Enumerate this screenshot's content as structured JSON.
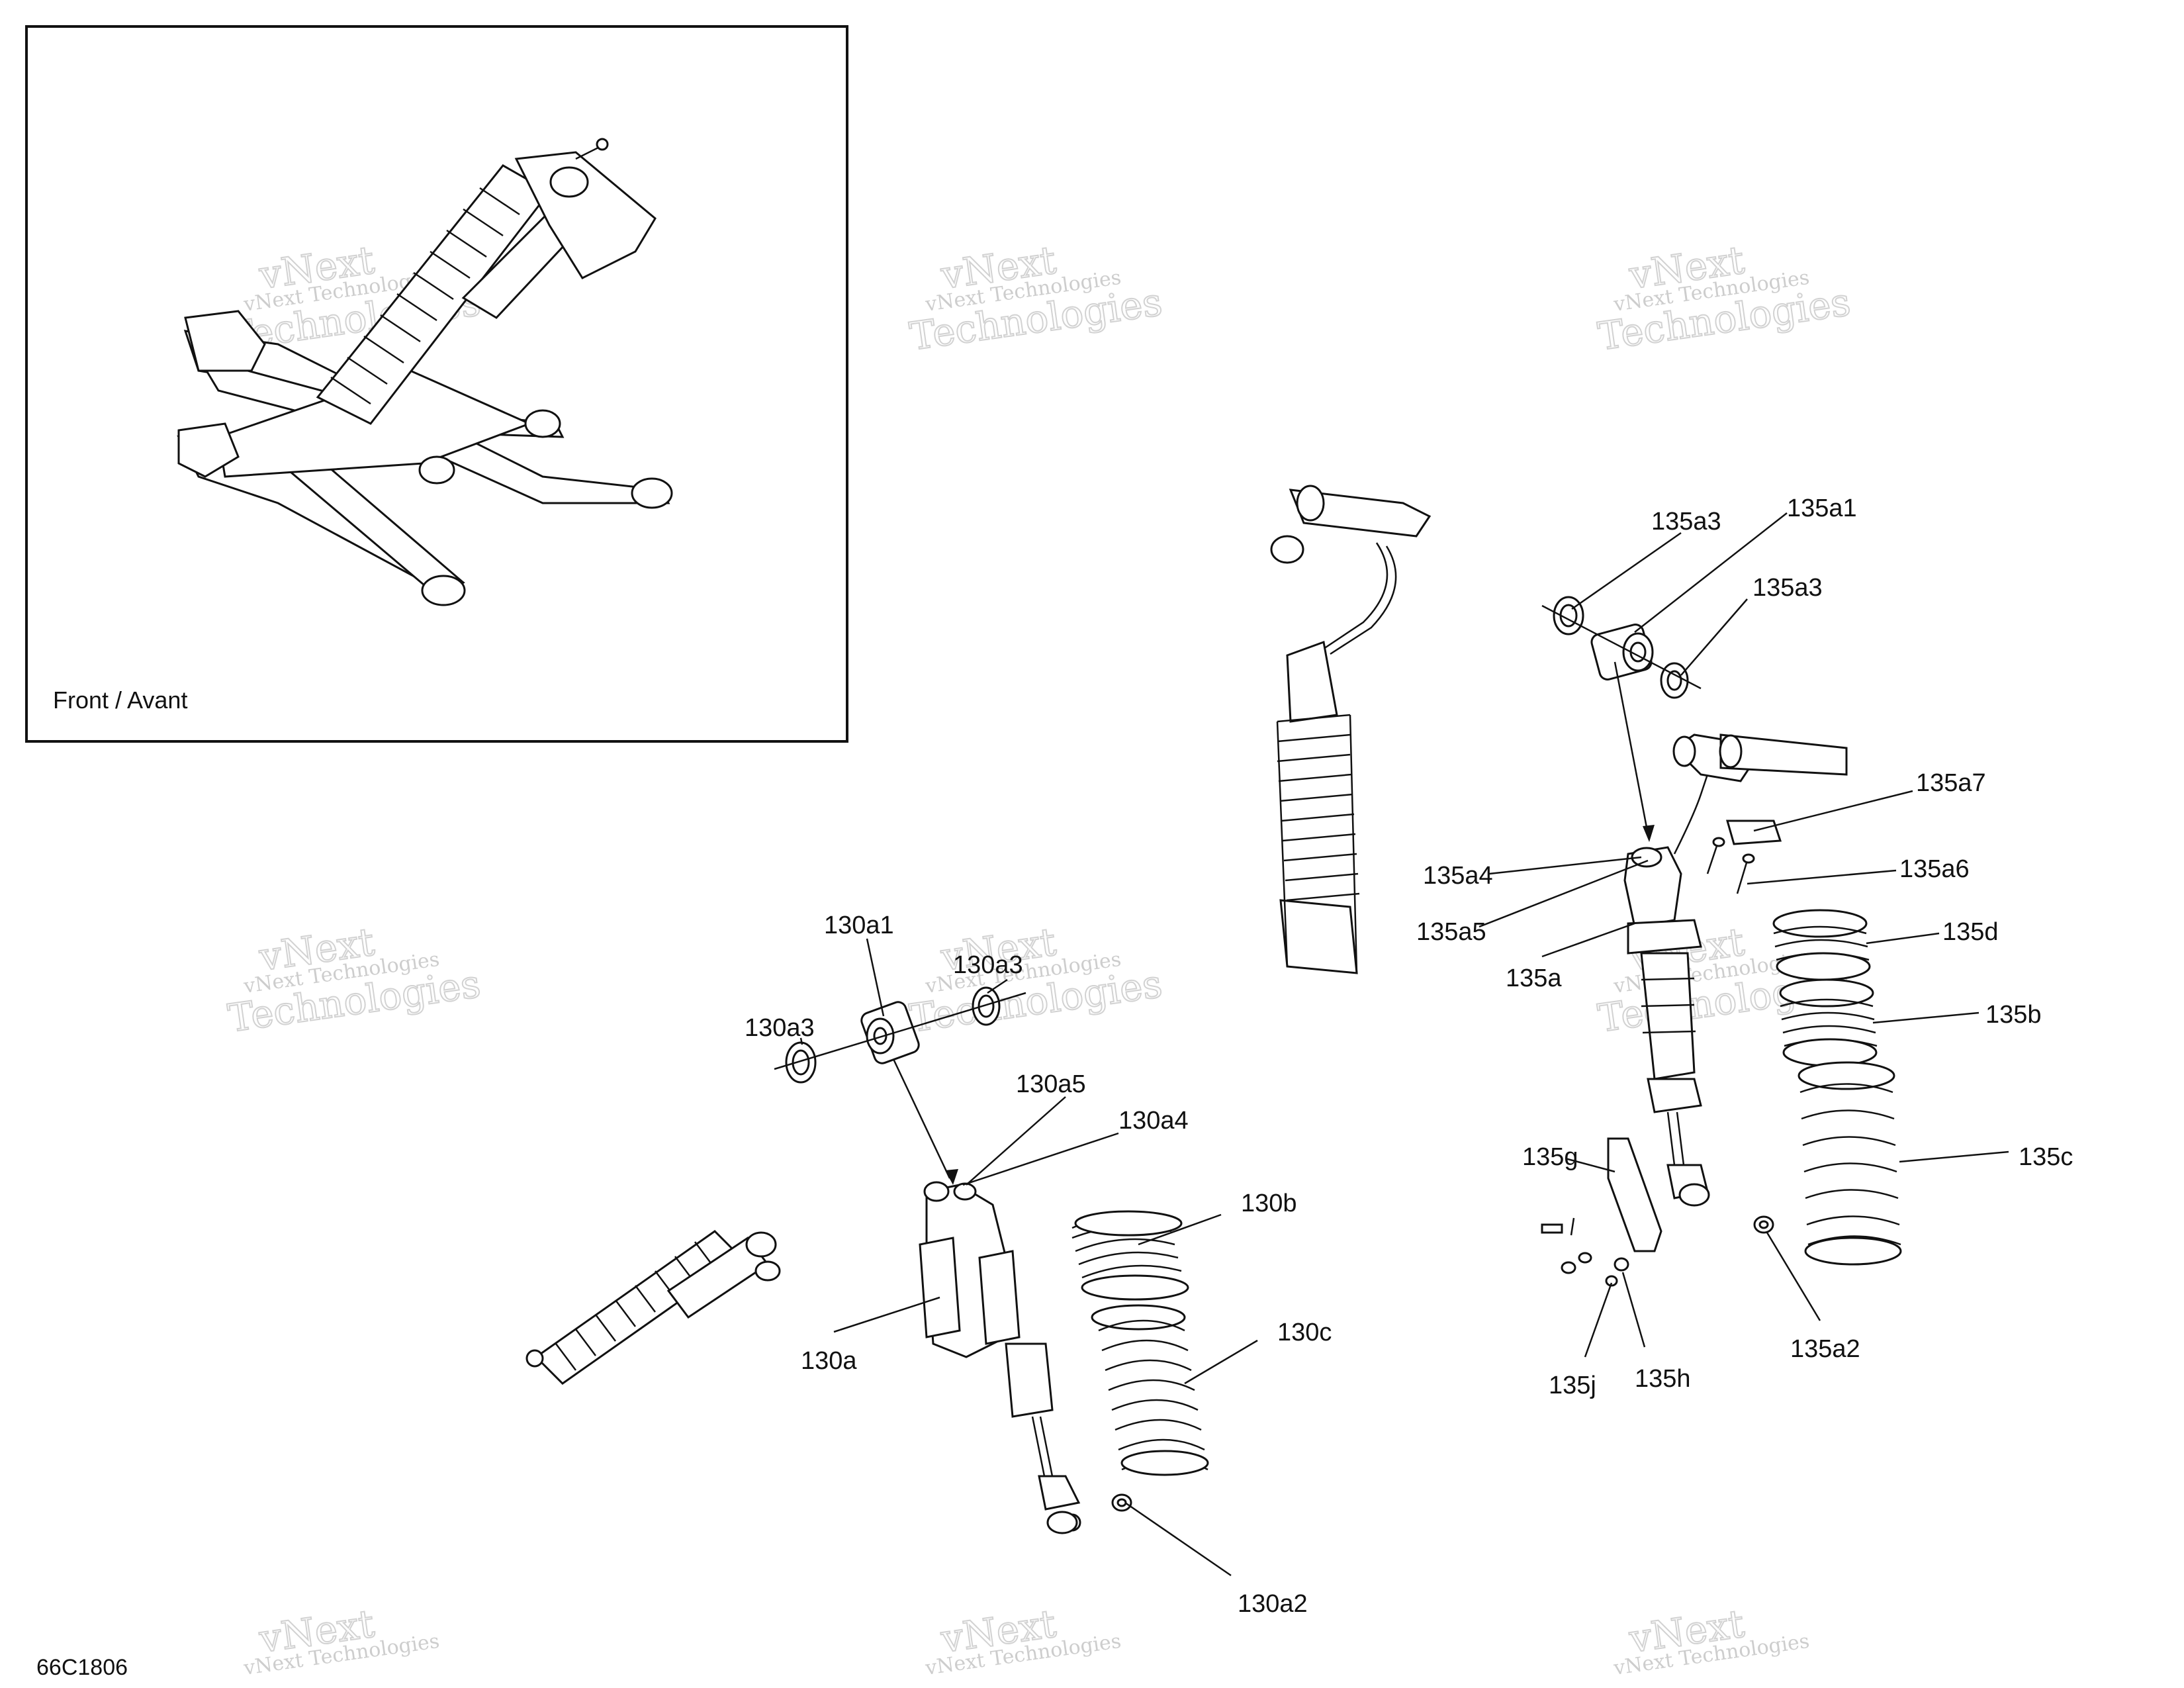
{
  "inset": {
    "label": "Front / Avant"
  },
  "diagram_id": "66C1806",
  "watermark": {
    "line1": "vNext Technologies",
    "line2": "vNext",
    "line3": "Technologies"
  },
  "callouts": {
    "c130a1": "130a1",
    "c130a3_top": "130a3",
    "c130a3_left": "130a3",
    "c130a5": "130a5",
    "c130a4": "130a4",
    "c130a": "130a",
    "c130b": "130b",
    "c130c": "130c",
    "c130a2": "130a2",
    "c135a3_top": "135a3",
    "c135a1": "135a1",
    "c135a3_right": "135a3",
    "c135a7": "135a7",
    "c135a4": "135a4",
    "c135a6": "135a6",
    "c135a5": "135a5",
    "c135d": "135d",
    "c135a": "135a",
    "c135b": "135b",
    "c135g": "135g",
    "c135c": "135c",
    "c135a2": "135a2",
    "c135j": "135j",
    "c135h": "135h"
  }
}
